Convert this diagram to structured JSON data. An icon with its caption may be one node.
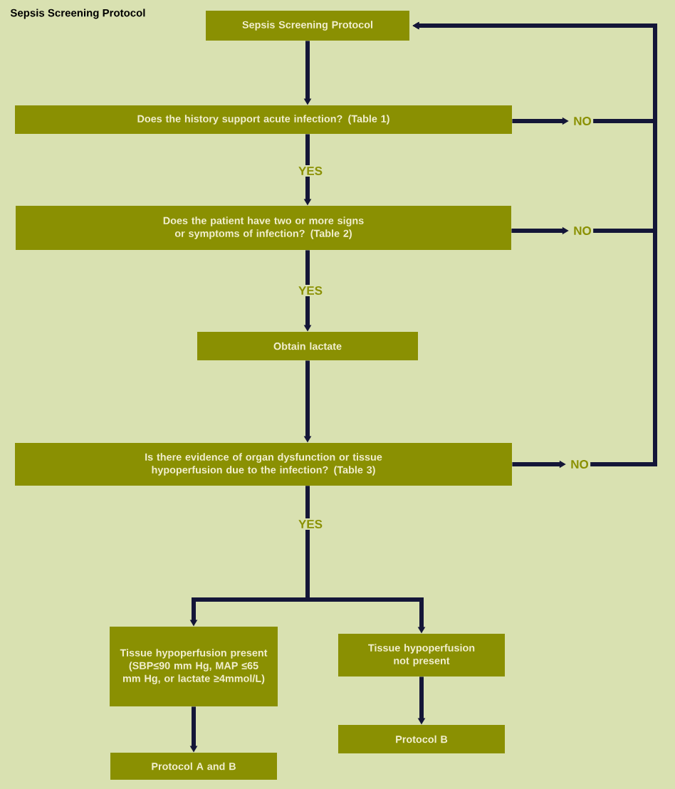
{
  "diagram": {
    "title": "Sepsis Screening Protocol",
    "nodes": [
      {
        "text": [
          "Sepsis Screening Protocol"
        ]
      },
      {
        "text": [
          "Does the history support acute infection? (Table 1)"
        ]
      },
      {
        "text": [
          "Does the patient have two or more signs or symptoms of infection? (Table 2)"
        ]
      },
      {
        "text": [
          "Obtain lactate"
        ]
      },
      {
        "text": [
          "Is there evidence of organ dysfunction or tissue hypoperfusion due to the infection? (Table 3)"
        ]
      },
      {
        "text": [
          "Tissue hypoperfusion present (SBP≤90 mm Hg, MAP ≤65 mm Hg, or lactate ≥4mmol/L)"
        ]
      },
      {
        "text": [
          "Tissue hypoperfusion not present"
        ]
      },
      {
        "text": [
          "Protocol A and B"
        ]
      },
      {
        "text": [
          "Protocol B"
        ]
      },
      {
        "text": [
          "NO"
        ]
      },
      {
        "text": [
          "NO"
        ]
      },
      {
        "text": [
          "NO"
        ]
      }
    ],
    "edges": [
      {
        "from": 0,
        "to": 1,
        "arrow": "to"
      },
      {
        "from": 1,
        "to": 2,
        "arrow": "to",
        "label": "YES"
      },
      {
        "from": 2,
        "to": 3,
        "arrow": "to",
        "label": "YES"
      },
      {
        "from": 3,
        "to": 4,
        "arrow": "to"
      },
      {
        "from": 4,
        "to": 5,
        "arrow": "to",
        "label": "YES"
      },
      {
        "from": 4,
        "to": 6,
        "arrow": "to"
      },
      {
        "from": 5,
        "to": 7,
        "arrow": "to"
      },
      {
        "from": 6,
        "to": 8,
        "arrow": "to"
      },
      {
        "from": 1,
        "to": 9,
        "arrow": "to"
      },
      {
        "from": 2,
        "to": 10,
        "arrow": "to"
      },
      {
        "from": 4,
        "to": 11,
        "arrow": "to"
      },
      {
        "from": 9,
        "to": 0,
        "arrow": "to"
      },
      {
        "from": 10,
        "to": 0,
        "arrow": "to"
      },
      {
        "from": 11,
        "to": 0,
        "arrow": "to"
      }
    ]
  }
}
